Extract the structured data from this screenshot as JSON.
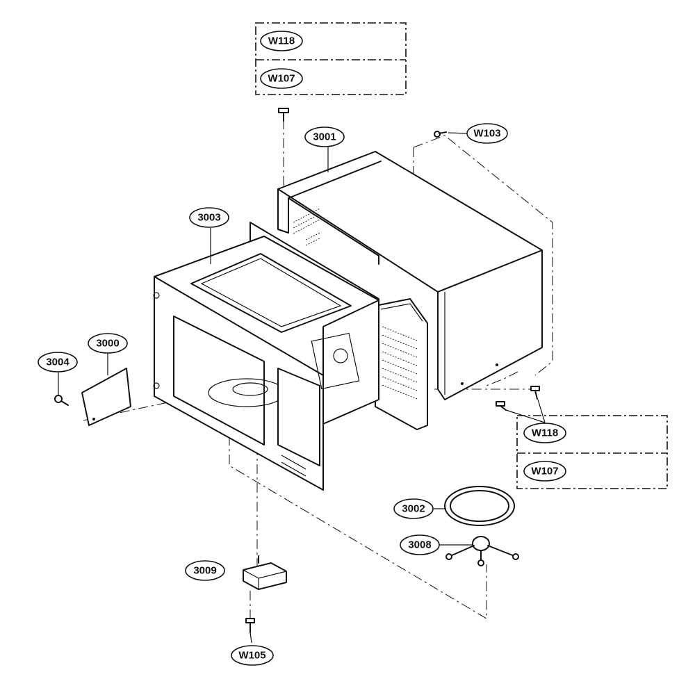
{
  "diagram": {
    "part_tags": {
      "w118_top": "W118",
      "w107_top": "W107",
      "p3001": "3001",
      "w103": "W103",
      "p3003": "3003",
      "p3000": "3000",
      "p3004": "3004",
      "w118_bottom": "W118",
      "w107_bottom": "W107",
      "p3002": "3002",
      "p3008": "3008",
      "p3009": "3009",
      "w105": "W105"
    }
  }
}
